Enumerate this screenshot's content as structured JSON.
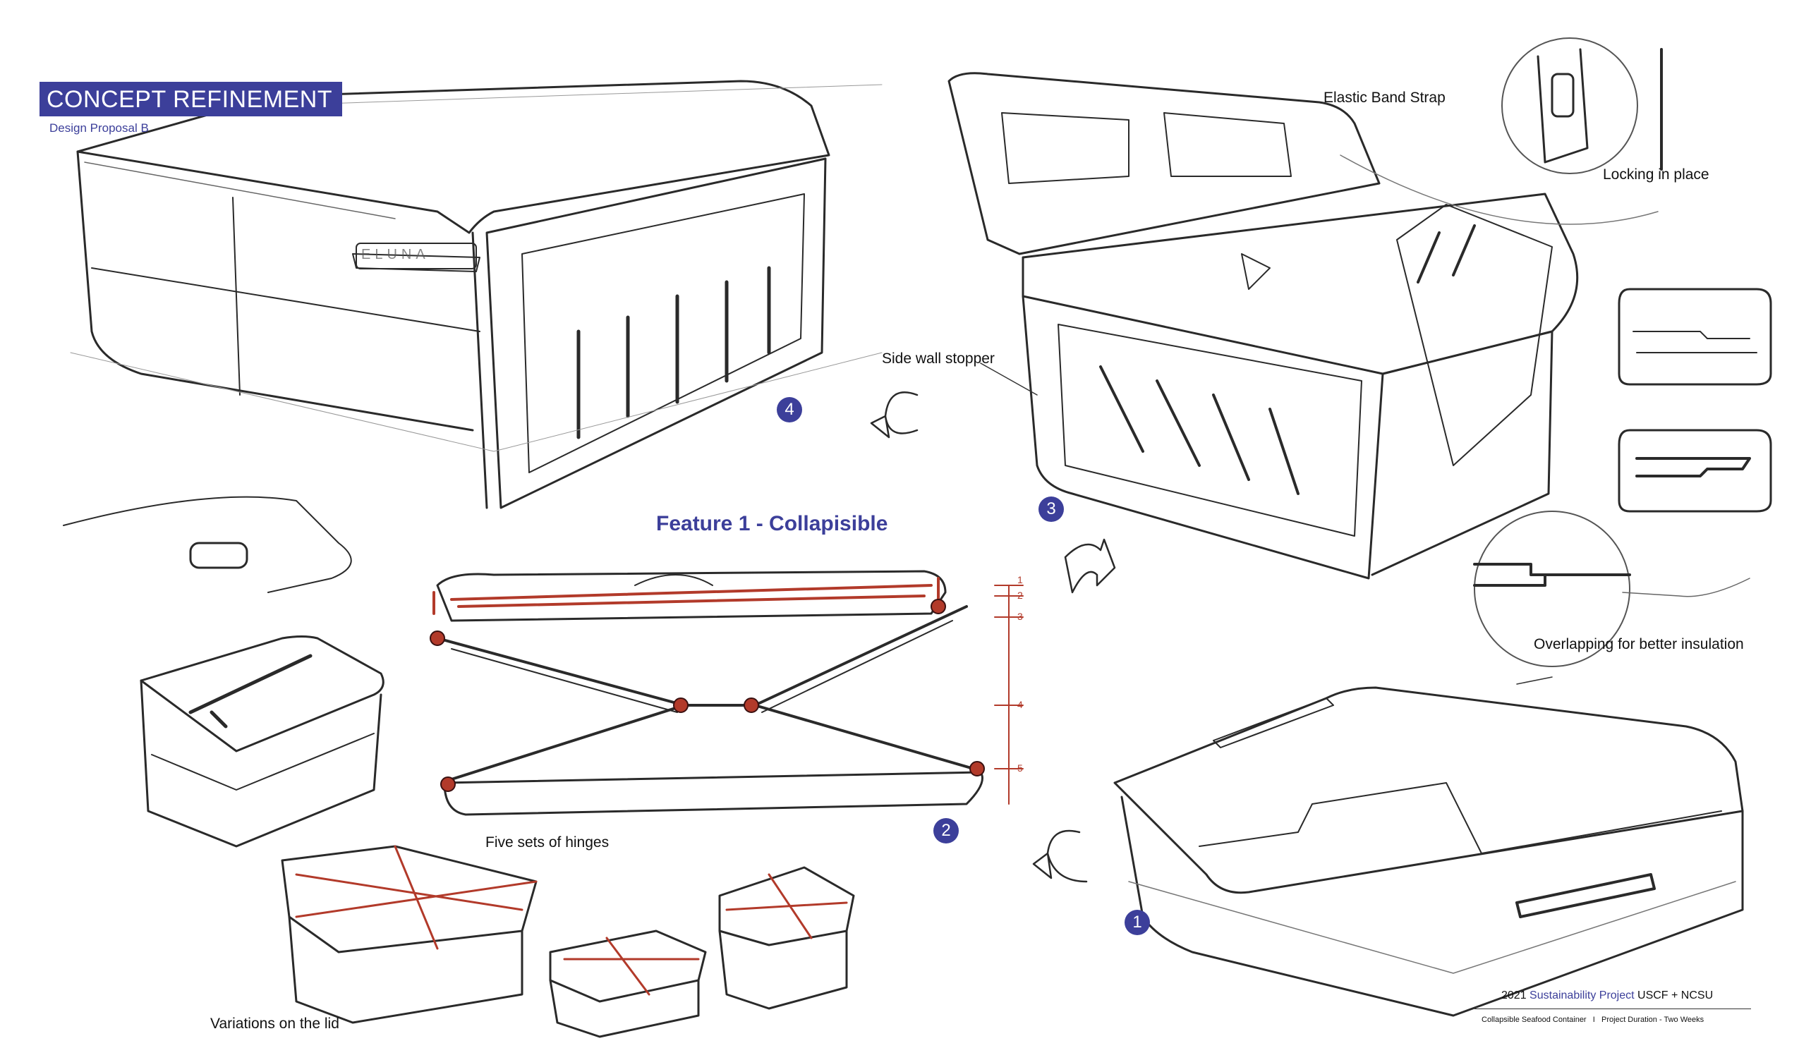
{
  "header": {
    "title": "CONCEPT REFINEMENT",
    "subtitle": "Design Proposal B"
  },
  "feature_title": "Feature 1 - Collapisible",
  "annotations": {
    "elastic_band": "Elastic Band Strap",
    "locking": "Locking in place",
    "side_wall": "Side wall stopper",
    "overlapping": "Overlapping for better insulation",
    "hinges": "Five sets of hinges",
    "variations": "Variations on the lid"
  },
  "steps": [
    "1",
    "2",
    "3",
    "4"
  ],
  "scale_marks": [
    "1",
    "2",
    "3",
    "4",
    "5"
  ],
  "lid_emboss": "ELUNA",
  "footer": {
    "year": "2021",
    "project": "Sustainability Project",
    "partners": "USCF + NCSU",
    "product": "Collapsible Seafood Container",
    "separator": "I",
    "duration": "Project Duration - Two Weeks"
  },
  "colors": {
    "accent": "#3c3f9a",
    "ink": "#222222",
    "hinge_red": "#b23a2a"
  }
}
